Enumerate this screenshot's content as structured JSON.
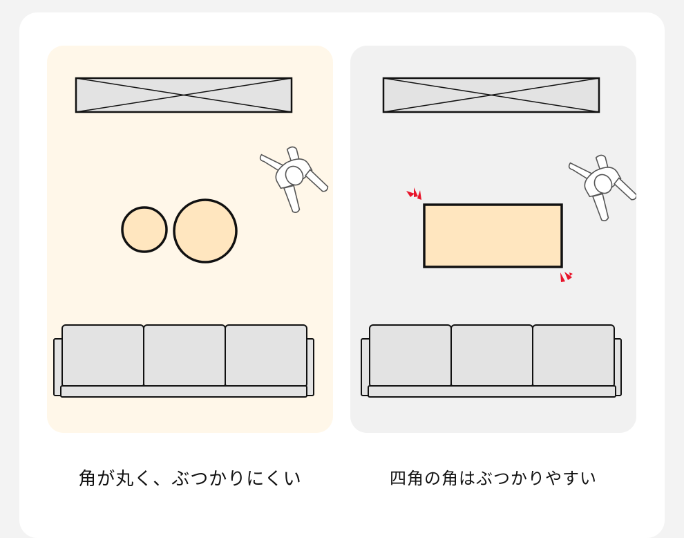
{
  "colors": {
    "left_panel_bg": "#fff7e9",
    "right_panel_bg": "#f1f1f1",
    "table_fill": "#ffe6bf",
    "outline": "#111111",
    "furniture_fill": "#e3e3e3",
    "warning_red": "#e8142a"
  },
  "icons": {
    "person": "person-topdown-icon",
    "impact": "impact-mark-icon"
  },
  "panels": [
    {
      "table_shape": "round",
      "caption": "角が丸く、ぶつかりにくい"
    },
    {
      "table_shape": "rectangle",
      "caption": "四角の角はぶつかりやすい"
    }
  ]
}
